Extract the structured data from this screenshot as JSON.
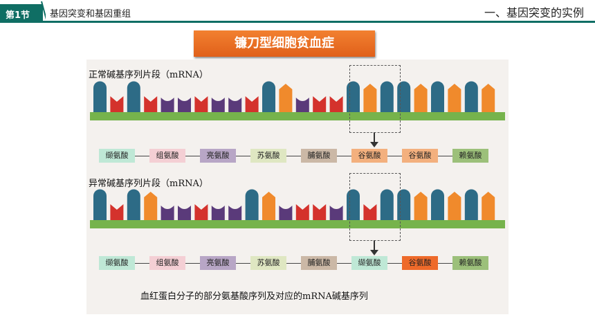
{
  "header": {
    "badge": "第1节",
    "chapter": "基因突变和基因重组",
    "section": "一、基因突变的实例",
    "accent": "#0f6e64"
  },
  "title": "镰刀型细胞贫血症",
  "normal": {
    "label": "正常碱基序列片段（mRNA）",
    "amino_acids": [
      "缬氨酸",
      "组氨酸",
      "亮氨酸",
      "苏氨酸",
      "脯氨酸",
      "谷氨酸",
      "谷氨酸",
      "赖氨酸"
    ]
  },
  "abnormal": {
    "label": "异常碱基序列片段（mRNA）",
    "amino_acids": [
      "缬氨酸",
      "组氨酸",
      "亮氨酸",
      "苏氨酸",
      "脯氨酸",
      "缬氨酸",
      "谷氨酸",
      "赖氨酸"
    ]
  },
  "caption": "血红蛋白分子的部分氨基酸序列及对应的mRNA碱基序列",
  "base_colors": {
    "blue": "#2d6b86",
    "red": "#d4322c",
    "orange": "#f08a2c",
    "purple": "#5a3a7a",
    "backbone": "#76b34c"
  },
  "amino_colors": {
    "缬氨酸": "#bfe8d6",
    "组氨酸": "#f4cfd4",
    "亮氨酸": "#b8a6c6",
    "苏氨酸": "#dfe7c2",
    "脯氨酸": "#cbb8a6",
    "谷氨酸": "#f3b07e",
    "赖氨酸": "#9cc07a",
    "谷氨酸-mutant": "#ee6a2a"
  },
  "normal_bases": [
    "blue",
    "red",
    "blue",
    "red",
    "purple",
    "purple",
    "red",
    "purple",
    "purple",
    "red",
    "blue",
    "orange",
    "purple",
    "red",
    "red",
    "blue",
    "orange",
    "blue",
    "blue",
    "orange",
    "blue",
    "orange",
    "blue",
    "orange"
  ],
  "abnormal_bases": [
    "blue",
    "red",
    "blue",
    "orange",
    "purple",
    "purple",
    "red",
    "purple",
    "purple",
    "blue",
    "orange",
    "purple",
    "red",
    "red",
    "purple",
    "blue",
    "red",
    "blue",
    "blue",
    "orange",
    "blue",
    "orange",
    "blue",
    "orange"
  ]
}
